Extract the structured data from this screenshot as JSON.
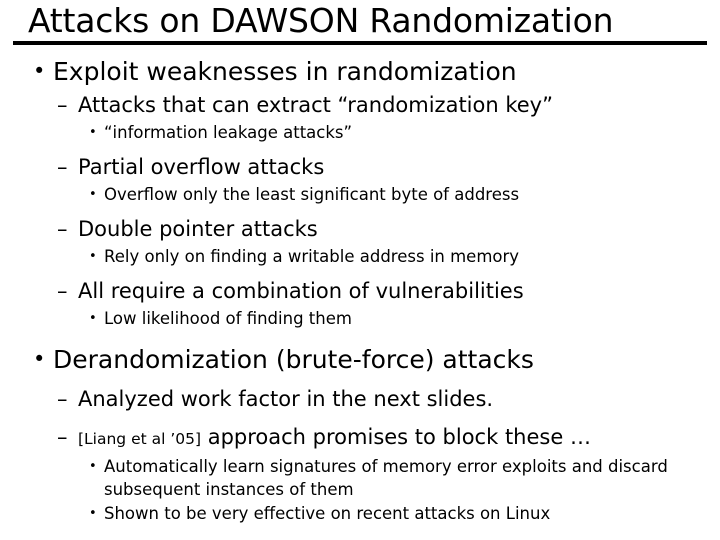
{
  "slide": {
    "title": "Attacks on DAWSON Randomization",
    "bullet_glyphs": {
      "level1": "•",
      "level2": "–",
      "level3": "•"
    },
    "colors": {
      "background": "#ffffff",
      "text": "#000000",
      "rule": "#000000"
    },
    "outline": [
      {
        "level": 1,
        "text": "Exploit weaknesses in randomization"
      },
      {
        "level": 2,
        "text": "Attacks that can extract “randomization key”"
      },
      {
        "level": 3,
        "text": "“information leakage attacks”"
      },
      {
        "level": 2,
        "text": "Partial overflow attacks"
      },
      {
        "level": 3,
        "text": "Overflow only the least significant byte of address"
      },
      {
        "level": 2,
        "text": "Double pointer attacks"
      },
      {
        "level": 3,
        "text": "Rely only on finding a writable address in memory"
      },
      {
        "level": 2,
        "text": "All require a combination of vulnerabilities"
      },
      {
        "level": 3,
        "text": "Low likelihood of finding them"
      },
      {
        "level": 1,
        "text": "Derandomization (brute-force) attacks"
      },
      {
        "level": 2,
        "text": "Analyzed work factor in the next slides."
      },
      {
        "level": 2,
        "citation": "[Liang et al ’05]",
        "text": " approach promises to block these …"
      },
      {
        "level": 3,
        "text": "Automatically learn signatures of memory error exploits and discard subsequent instances of them"
      },
      {
        "level": 3,
        "text": "Shown to be very effective on recent attacks on Linux"
      }
    ]
  }
}
